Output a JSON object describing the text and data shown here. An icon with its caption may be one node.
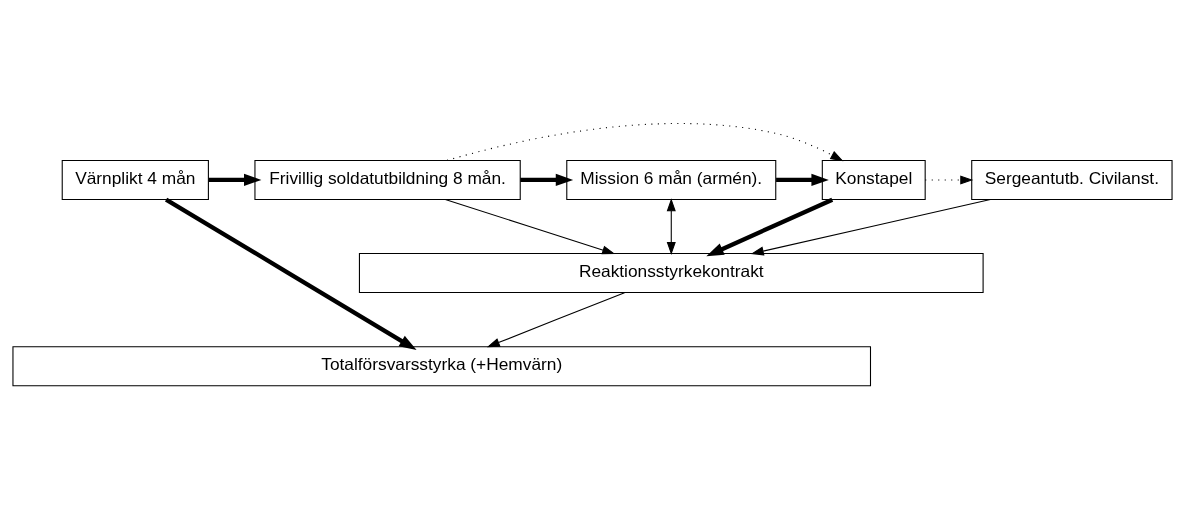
{
  "diagram": {
    "nodes": [
      {
        "text": [
          "Värnplikt 4 mån"
        ]
      },
      {
        "text": [
          "Frivillig soldatutbildning 8 mån."
        ]
      },
      {
        "text": [
          "Mission 6 mån (armén)."
        ]
      },
      {
        "text": [
          "Konstapel"
        ]
      },
      {
        "text": [
          "Sergeantutb. Civilanst."
        ]
      },
      {
        "text": [
          "Reaktionsstyrkekontrakt"
        ]
      },
      {
        "text": [
          "Totalförsvarsstyrka (+Hemvärn)"
        ]
      }
    ],
    "edges": [
      {
        "from": 0,
        "to": 1,
        "arrow": "to",
        "style": "thick"
      },
      {
        "from": 1,
        "to": 2,
        "arrow": "to",
        "style": "thick"
      },
      {
        "from": 2,
        "to": 3,
        "arrow": "to",
        "style": "thick"
      },
      {
        "from": 1,
        "to": 3,
        "arrow": "to",
        "style": "dashed"
      },
      {
        "from": 3,
        "to": 4,
        "arrow": "to",
        "style": "dashed"
      },
      {
        "from": 1,
        "to": 5,
        "arrow": "to"
      },
      {
        "from": 2,
        "to": 5,
        "arrow": "both"
      },
      {
        "from": 3,
        "to": 5,
        "arrow": "to",
        "style": "thick"
      },
      {
        "from": 4,
        "to": 5,
        "arrow": "to"
      },
      {
        "from": 5,
        "to": 6,
        "arrow": "to"
      },
      {
        "from": 0,
        "to": 6,
        "arrow": "to",
        "style": "thick"
      }
    ]
  }
}
